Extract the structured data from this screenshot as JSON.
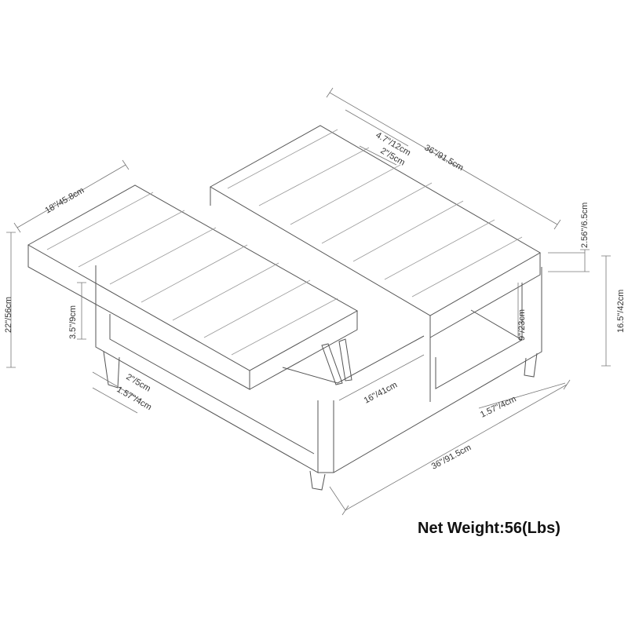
{
  "dimensions": {
    "top_length": "36\"/91.5cm",
    "top_offset_a": "4.7\"/12cm",
    "top_offset_b": "2\"/5cm",
    "cushion_depth": "18\"/45.8cm",
    "cushion_thickness": "2.56\"/6.5cm",
    "total_height": "22\"/56cm",
    "base_height": "16.5\"/42cm",
    "lid_lift": "3.5\"/9cm",
    "shelf_height": "9\"/23cm",
    "storage_width": "16\"/41cm",
    "leg_offset": "2\"/5cm",
    "leg_size_left": "1.57\"/4cm",
    "leg_size_right": "1.57\"/4cm",
    "bottom_length": "36\"/91.5cm"
  },
  "net_weight": "Net Weight:56(Lbs)",
  "colors": {
    "line": "#555555",
    "dimension": "#777777",
    "text": "#333333",
    "weight_text": "#111111"
  }
}
